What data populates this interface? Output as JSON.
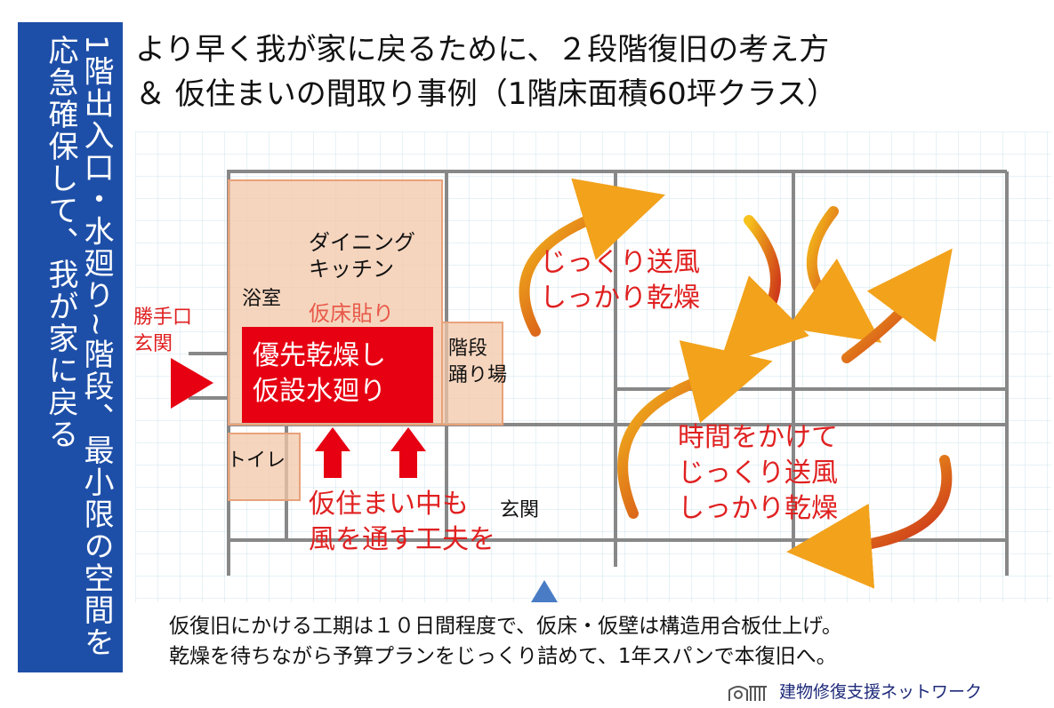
{
  "side_banner": {
    "text": "1階出入口・水廻り~階段、最小限の空間を応急確保して、我が家に戻る"
  },
  "title": {
    "line1": "より早く我が家に戻るために、２段階復旧の考え方",
    "line2": "＆ 仮住まいの間取り事例（1階床面積60坪クラス）"
  },
  "plan_labels": {
    "dining": "ダイニング\nキッチン",
    "bath": "浴室",
    "temp_floor": "仮床貼り",
    "back_entrance": "勝手口\n玄関",
    "priority": "優先乾燥し\n仮設水廻り",
    "stairs": "階段\n踊り場",
    "toilet": "トイレ",
    "ventilation_note": "仮住まい中も\n風を通す工夫を",
    "entrance": "玄関",
    "drying1": "じっくり送風\nしっかり乾燥",
    "drying2": "時間をかけて\nじっくり送風\nしっかり乾燥"
  },
  "bottom_note": {
    "line1": "仮復旧にかける工期は１０日間程度で、仮床・仮壁は構造用合板仕上げ。",
    "line2": "乾燥を待ちながら予算プランをじっくり詰めて、1年スパンで本復旧へ。"
  },
  "footer": {
    "org": "建物修復支援ネットワーク"
  },
  "colors": {
    "banner": "#1e4fa8",
    "accent_red": "#e02020",
    "highlight_room": "#f3c7a8",
    "arrow_orange": "#f2a21b"
  }
}
